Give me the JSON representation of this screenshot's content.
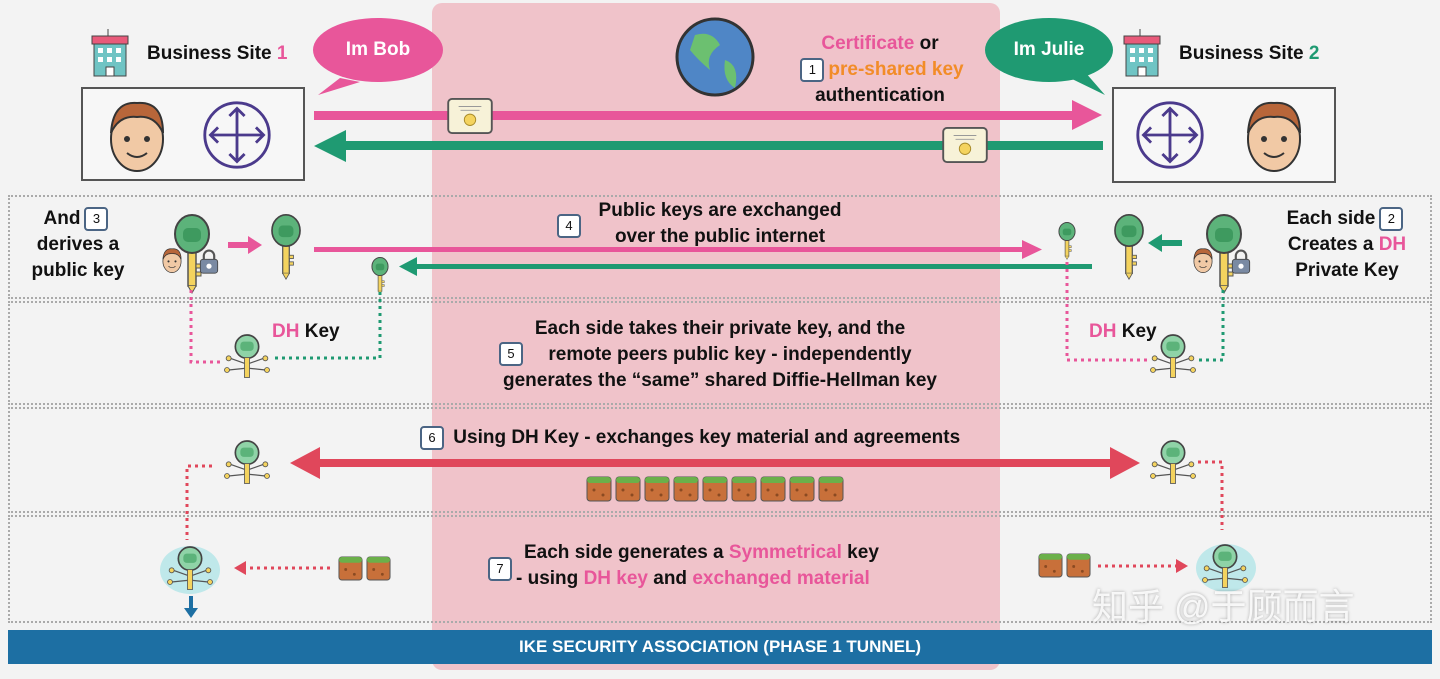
{
  "site1": {
    "label": "Business Site",
    "num": "1",
    "bubble": "Im Bob"
  },
  "site2": {
    "label": "Business Site",
    "num": "2",
    "bubble": "Im Julie"
  },
  "step1": {
    "num": "1",
    "cert": "Certificate",
    "or": " or",
    "psk": "pre-shared key",
    "auth": "authentication"
  },
  "step2": {
    "num": "2",
    "line1": "Each side",
    "line2a": "Creates a ",
    "line2b": "DH",
    "line3": "Private Key"
  },
  "step3": {
    "num": "3",
    "line1": "And",
    "line2": "derives a",
    "line3": "public key"
  },
  "step4": {
    "num": "4",
    "line1": "Public keys are exchanged",
    "line2": "over the public internet"
  },
  "step5": {
    "num": "5",
    "line1": "Each side takes their private key, and the",
    "line2": "remote peers public key - independently",
    "line3": "generates the “same” shared Diffie-Hellman key"
  },
  "dhkey": {
    "dh": "DH",
    "key": " Key"
  },
  "step6": {
    "num": "6",
    "text": "Using DH Key - exchanges key material and agreements"
  },
  "step7": {
    "num": "7",
    "l1a": "Each side generates a ",
    "l1b": "Symmetrical",
    "l1c": " key",
    "l2a": "- using ",
    "l2b": "DH key",
    "l2c": " and ",
    "l2d": "exchanged material"
  },
  "footer": "IKE SECURITY ASSOCIATION (PHASE 1 TUNNEL)",
  "watermark": "知乎 @于顾而言",
  "colors": {
    "pink": "#e8569a",
    "green": "#1f9a72",
    "orange": "#f28c28",
    "red": "#e0475b",
    "blue": "#1d6fa3",
    "panel": "#f0c3ca"
  }
}
